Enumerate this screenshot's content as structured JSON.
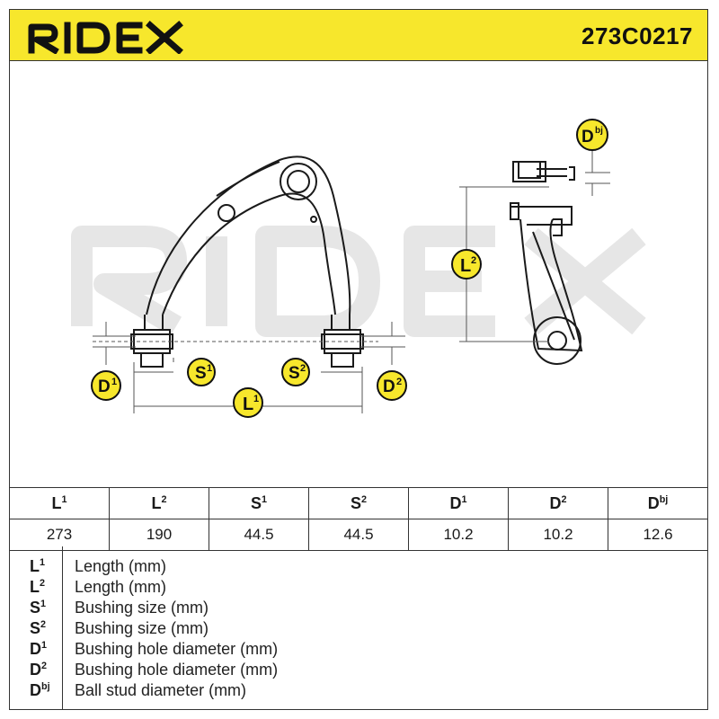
{
  "header": {
    "brand": "RIDEX",
    "part_number": "273C0217"
  },
  "drawing": {
    "watermark": "RIDEX",
    "callouts": {
      "L1": {
        "base": "L",
        "sup": "1"
      },
      "L2": {
        "base": "L",
        "sup": "2"
      },
      "S1": {
        "base": "S",
        "sup": "1"
      },
      "S2": {
        "base": "S",
        "sup": "2"
      },
      "D1": {
        "base": "D",
        "sup": "1"
      },
      "D2": {
        "base": "D",
        "sup": "2"
      },
      "Dbj": {
        "base": "D",
        "sup": "bj"
      }
    }
  },
  "spec_table": {
    "headers": [
      {
        "base": "L",
        "sup": "1"
      },
      {
        "base": "L",
        "sup": "2"
      },
      {
        "base": "S",
        "sup": "1"
      },
      {
        "base": "S",
        "sup": "2"
      },
      {
        "base": "D",
        "sup": "1"
      },
      {
        "base": "D",
        "sup": "2"
      },
      {
        "base": "D",
        "sup": "bj"
      }
    ],
    "values": [
      "273",
      "190",
      "44.5",
      "44.5",
      "10.2",
      "10.2",
      "12.6"
    ]
  },
  "legend": [
    {
      "base": "L",
      "sup": "1",
      "text": "Length (mm)"
    },
    {
      "base": "L",
      "sup": "2",
      "text": "Length (mm)"
    },
    {
      "base": "S",
      "sup": "1",
      "text": "Bushing size (mm)"
    },
    {
      "base": "S",
      "sup": "2",
      "text": "Bushing size (mm)"
    },
    {
      "base": "D",
      "sup": "1",
      "text": "Bushing hole diameter (mm)"
    },
    {
      "base": "D",
      "sup": "2",
      "text": "Bushing hole diameter (mm)"
    },
    {
      "base": "D",
      "sup": "bj",
      "text": "Ball stud diameter (mm)"
    }
  ],
  "colors": {
    "accent": "#f7e72c",
    "ink": "#1a1a1a",
    "watermark": "#e6e6e6"
  }
}
